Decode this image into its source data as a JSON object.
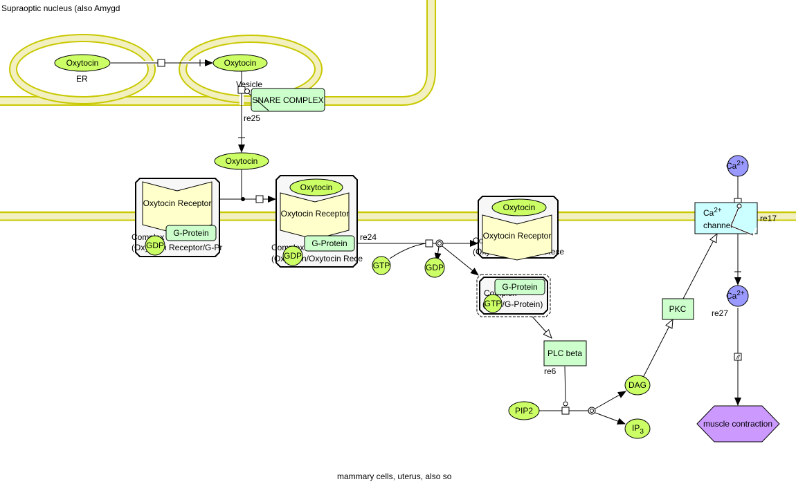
{
  "compartments": {
    "neuron": "Supraoptic nucleus (also Amygd",
    "er": "ER",
    "vesicle": "Vesicle",
    "target_cell": "mammary cells, uterus, also so"
  },
  "species": {
    "oxytocin_er": "Oxytocin",
    "oxytocin_vesicle": "Oxytocin",
    "oxytocin_extracellular": "Oxytocin",
    "snare_complex": "SNARE COMPLEX",
    "complex1_receptor": "Oxytocin Receptor",
    "complex1_gprotein": "G-Protein",
    "complex1_gdp": "GDP",
    "complex1_label_line1": "Complex",
    "complex1_label_line2": "(Oxytocin Receptor/G-Pr",
    "complex2_oxytocin": "Oxytocin",
    "complex2_receptor": "Oxytocin Receptor",
    "complex2_gprotein": "G-Protein",
    "complex2_gdp": "GDP",
    "complex2_label_line1": "Complex",
    "complex2_label_line2": "(Oxytocin/Oxytocin Rece",
    "complex3_oxytocin": "Oxytocin",
    "complex3_receptor": "Oxytocin Receptor",
    "complex3_label_line1": "Complex",
    "complex3_label_line2": "(Oxytocin/Oxytocin Rece",
    "gtp": "GTP",
    "gdp_released": "GDP",
    "complex4_gprotein": "G-Protein",
    "complex4_gtp": "GTP",
    "complex4_label_line1": "Complex",
    "complex4_label_line2": "(GTP/G-Protein)",
    "plc_beta": "PLC beta",
    "pip2": "PIP2",
    "dag": "DAG",
    "ip3_base": "IP",
    "ip3_sub": "3",
    "pkc": "PKC",
    "ca_channel_base": "Ca",
    "ca_channel_sup": "2+",
    "ca_channel_line2": "channel",
    "ca_top_base": "Ca",
    "ca_top_sup": "2+",
    "ca_bottom_base": "Ca",
    "ca_bottom_sup": "2+",
    "muscle_contraction": "muscle contraction"
  },
  "reactions": {
    "re25": "re25",
    "re24": "re24",
    "re6": "re6",
    "re17": "re17",
    "re27": "re27"
  },
  "colors": {
    "membrane_fill": "#f2f0c0",
    "membrane_stroke": "#c8c800",
    "simple_molecule": "#ccff66",
    "protein": "#ccffcc",
    "receptor": "#ffffcc",
    "complex_fill": "#f7f7f7",
    "ion": "#9999ff",
    "channel": "#ccffff",
    "phenotype": "#cc99ff"
  }
}
